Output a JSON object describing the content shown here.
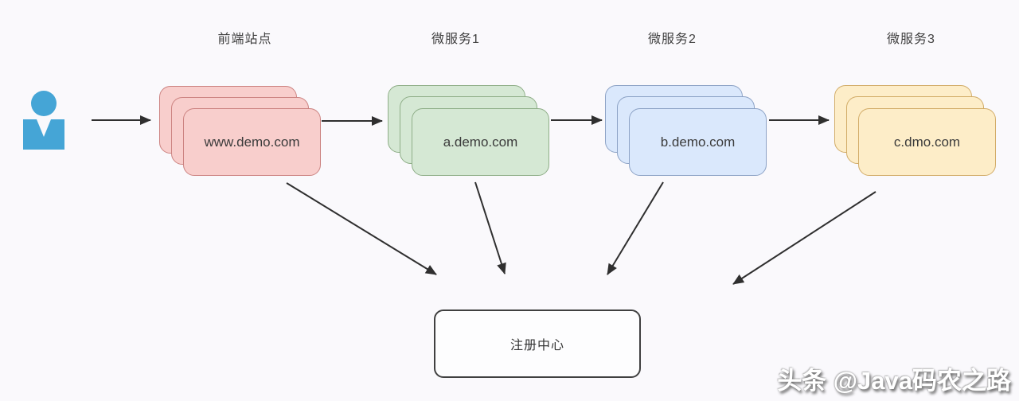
{
  "page": {
    "background": "#faf9fc"
  },
  "diagram": {
    "user": {
      "icon": "user-icon",
      "color": "#45a5d6"
    },
    "groups": [
      {
        "label": "前端站点",
        "box_text": "www.demo.com",
        "fill": "#f8cecc",
        "stroke": "#cc8381"
      },
      {
        "label": "微服务1",
        "box_text": "a.demo.com",
        "fill": "#d5e8d4",
        "stroke": "#8fae88"
      },
      {
        "label": "微服务2",
        "box_text": "b.demo.com",
        "fill": "#dae8fc",
        "stroke": "#8da3c6"
      },
      {
        "label": "微服务3",
        "box_text": "c.dmo.com",
        "fill": "#fdedc8",
        "stroke": "#d2ac68"
      }
    ],
    "registry": {
      "label": "注册中心"
    },
    "arrows": {
      "color": "#2f2f2f",
      "connections": [
        "user → 前端站点",
        "前端站点 → 微服务1",
        "微服务1 → 微服务2",
        "微服务2 → 微服务3",
        "前端站点 → 注册中心",
        "微服务1 → 注册中心",
        "微服务2 → 注册中心",
        "微服务3 → 注册中心"
      ]
    }
  },
  "watermark": {
    "text": "头条 @Java码农之路"
  }
}
